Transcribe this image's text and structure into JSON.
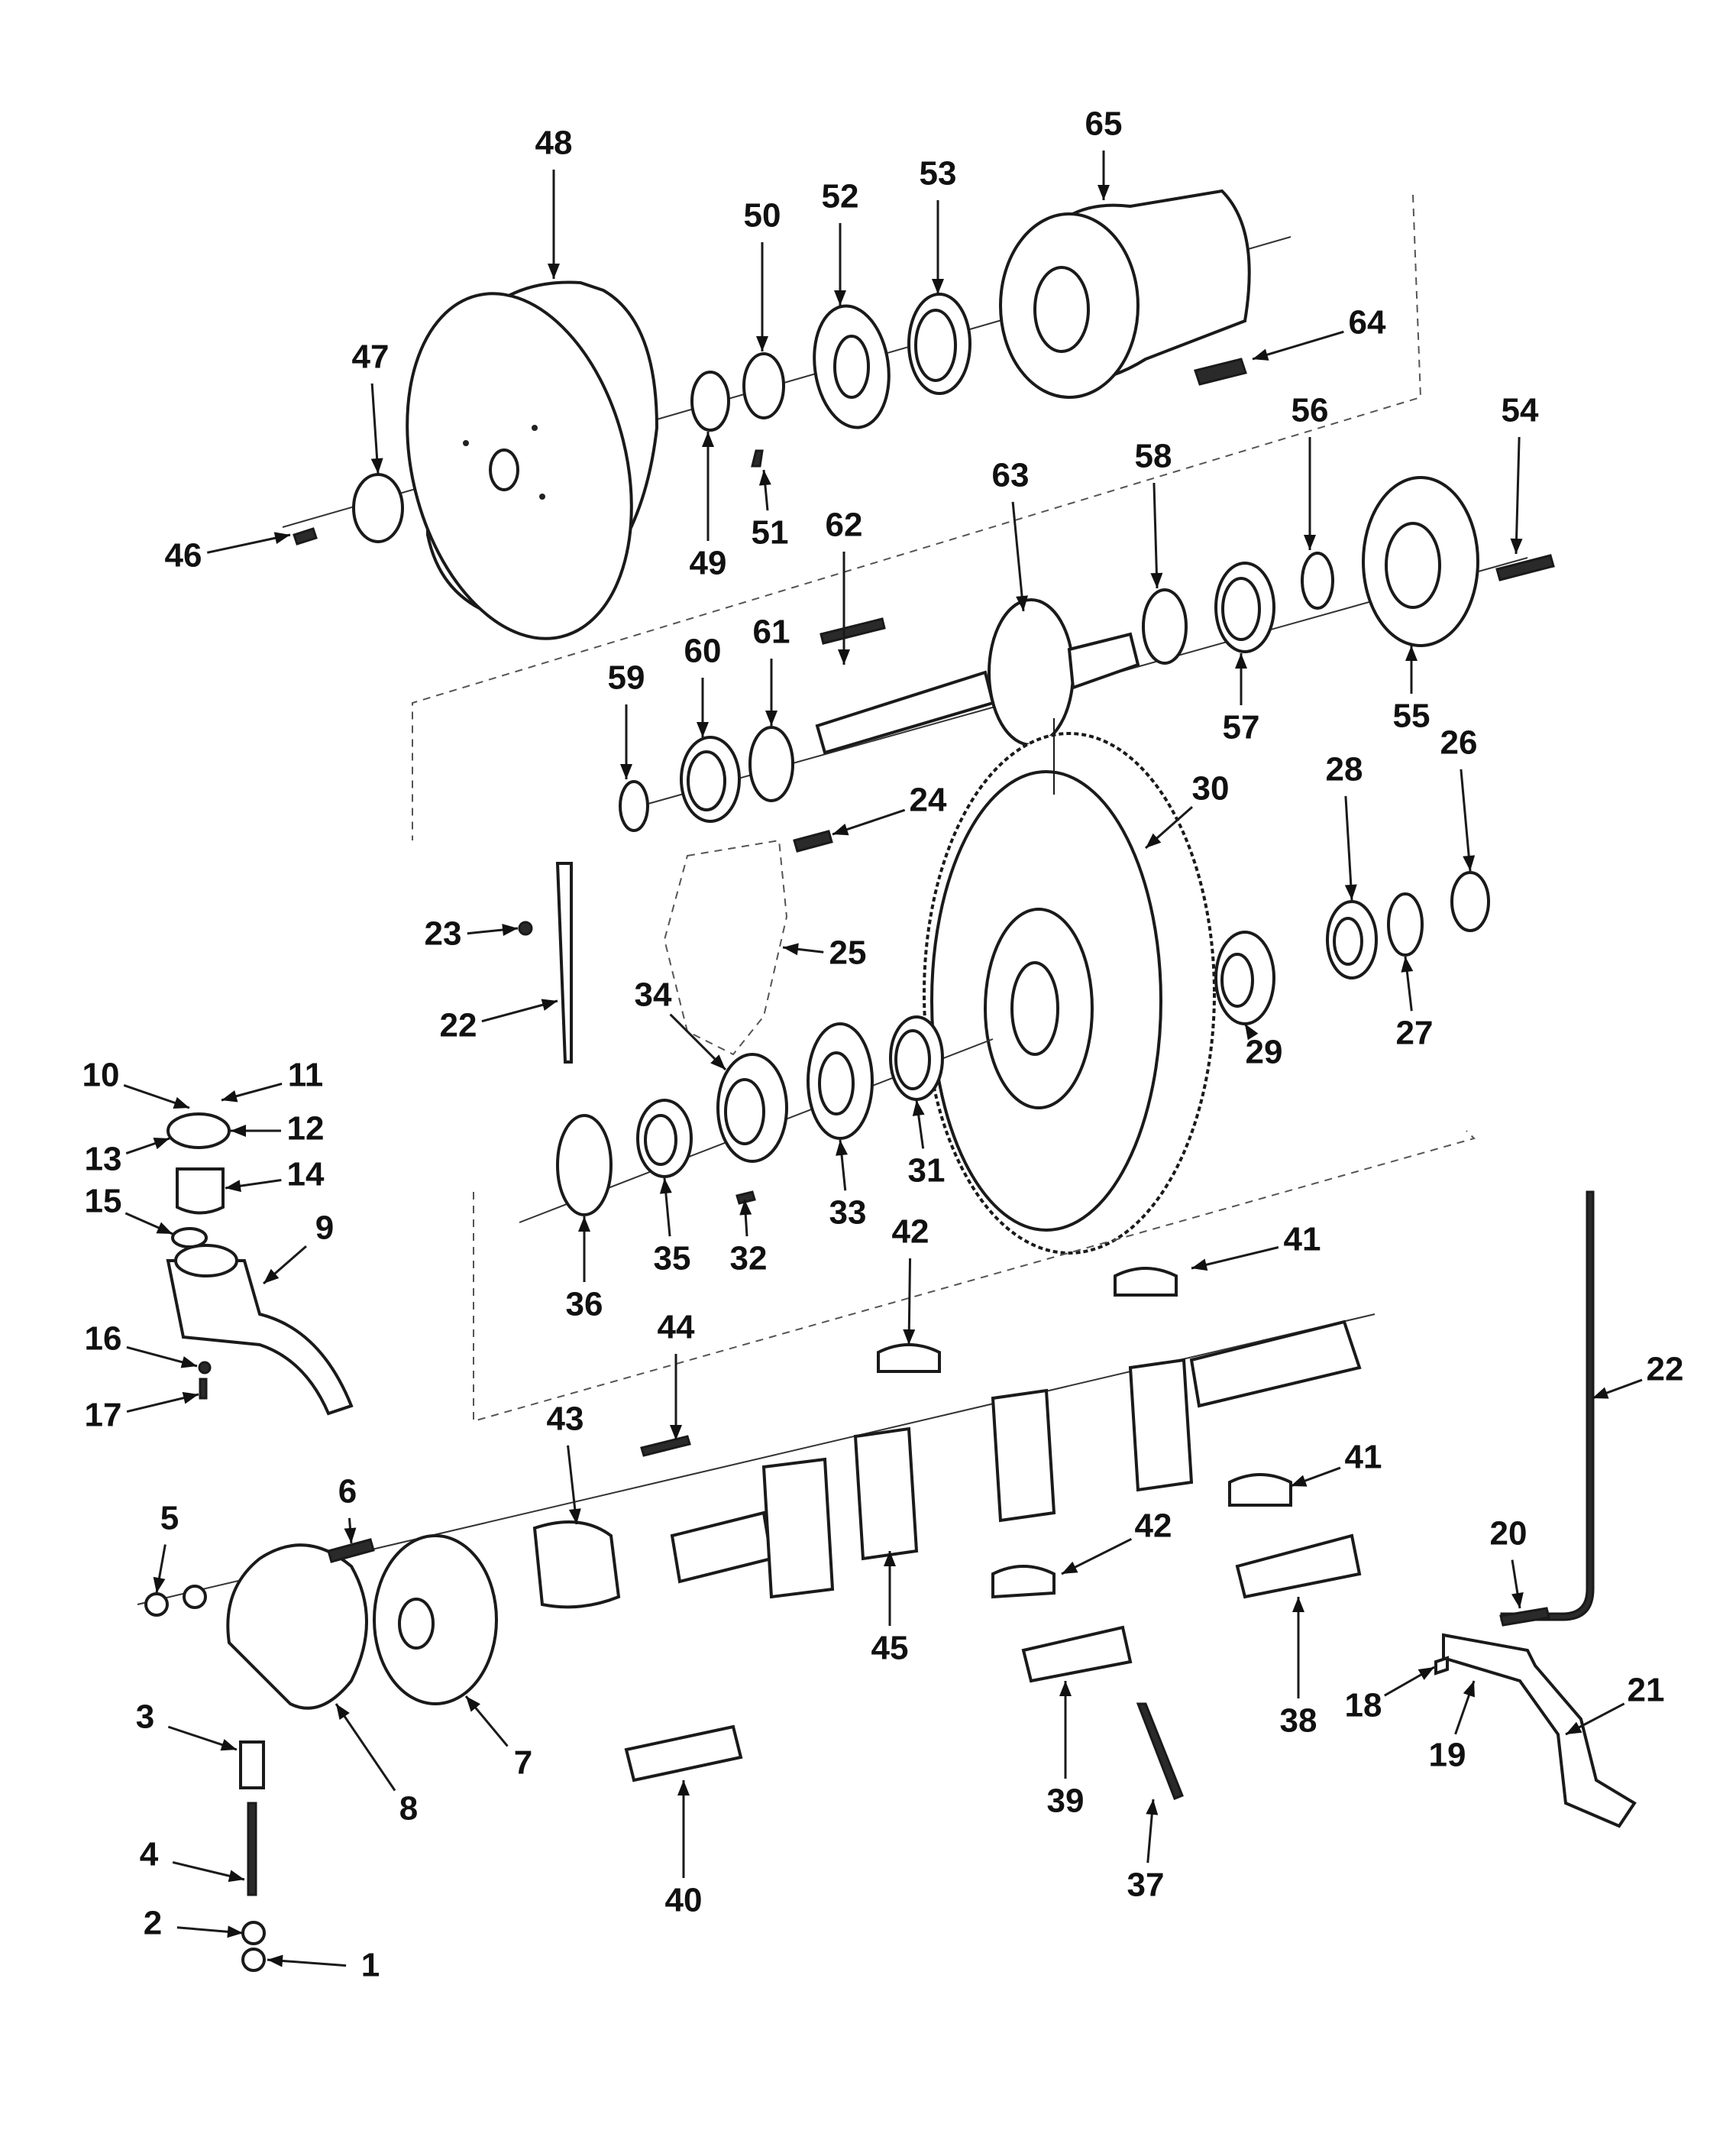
{
  "callouts": [
    {
      "id": "1",
      "text": "1"
    },
    {
      "id": "2",
      "text": "2"
    },
    {
      "id": "3",
      "text": "3"
    },
    {
      "id": "4",
      "text": "4"
    },
    {
      "id": "5",
      "text": "5"
    },
    {
      "id": "6",
      "text": "6"
    },
    {
      "id": "7",
      "text": "7"
    },
    {
      "id": "8",
      "text": "8"
    },
    {
      "id": "9",
      "text": "9"
    },
    {
      "id": "10",
      "text": "10"
    },
    {
      "id": "11",
      "text": "11"
    },
    {
      "id": "12",
      "text": "12"
    },
    {
      "id": "13",
      "text": "13"
    },
    {
      "id": "14",
      "text": "14"
    },
    {
      "id": "15",
      "text": "15"
    },
    {
      "id": "16",
      "text": "16"
    },
    {
      "id": "17",
      "text": "17"
    },
    {
      "id": "18",
      "text": "18"
    },
    {
      "id": "19",
      "text": "19"
    },
    {
      "id": "20",
      "text": "20"
    },
    {
      "id": "21",
      "text": "21"
    },
    {
      "id": "22a",
      "text": "22"
    },
    {
      "id": "22b",
      "text": "22"
    },
    {
      "id": "23",
      "text": "23"
    },
    {
      "id": "24",
      "text": "24"
    },
    {
      "id": "25",
      "text": "25"
    },
    {
      "id": "26",
      "text": "26"
    },
    {
      "id": "27",
      "text": "27"
    },
    {
      "id": "28",
      "text": "28"
    },
    {
      "id": "29",
      "text": "29"
    },
    {
      "id": "30",
      "text": "30"
    },
    {
      "id": "31",
      "text": "31"
    },
    {
      "id": "32",
      "text": "32"
    },
    {
      "id": "33",
      "text": "33"
    },
    {
      "id": "34",
      "text": "34"
    },
    {
      "id": "35",
      "text": "35"
    },
    {
      "id": "36",
      "text": "36"
    },
    {
      "id": "37",
      "text": "37"
    },
    {
      "id": "38",
      "text": "38"
    },
    {
      "id": "39",
      "text": "39"
    },
    {
      "id": "40",
      "text": "40"
    },
    {
      "id": "41a",
      "text": "41"
    },
    {
      "id": "41b",
      "text": "41"
    },
    {
      "id": "42a",
      "text": "42"
    },
    {
      "id": "42b",
      "text": "42"
    },
    {
      "id": "43",
      "text": "43"
    },
    {
      "id": "44",
      "text": "44"
    },
    {
      "id": "45",
      "text": "45"
    },
    {
      "id": "46",
      "text": "46"
    },
    {
      "id": "47",
      "text": "47"
    },
    {
      "id": "48",
      "text": "48"
    },
    {
      "id": "49",
      "text": "49"
    },
    {
      "id": "50",
      "text": "50"
    },
    {
      "id": "51",
      "text": "51"
    },
    {
      "id": "52",
      "text": "52"
    },
    {
      "id": "53",
      "text": "53"
    },
    {
      "id": "54",
      "text": "54"
    },
    {
      "id": "55",
      "text": "55"
    },
    {
      "id": "56",
      "text": "56"
    },
    {
      "id": "57",
      "text": "57"
    },
    {
      "id": "58",
      "text": "58"
    },
    {
      "id": "59",
      "text": "59"
    },
    {
      "id": "60",
      "text": "60"
    },
    {
      "id": "61",
      "text": "61"
    },
    {
      "id": "62",
      "text": "62"
    },
    {
      "id": "63",
      "text": "63"
    },
    {
      "id": "64",
      "text": "64"
    },
    {
      "id": "65",
      "text": "65"
    }
  ]
}
